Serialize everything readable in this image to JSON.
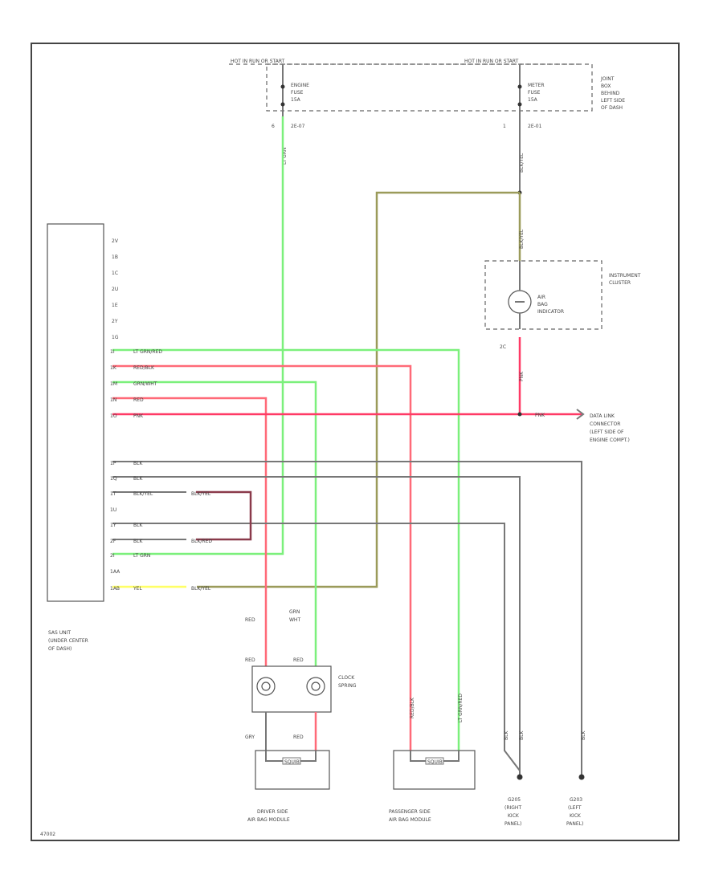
{
  "header": {
    "hot_left": "HOT IN RUN OR START",
    "hot_right": "HOT IN RUN OR START",
    "engine_fuse": [
      "ENGINE",
      "FUSE",
      "15A"
    ],
    "meter_fuse": [
      "METER",
      "FUSE",
      "15A"
    ],
    "junction_box": [
      "JOINT",
      "BOX",
      "BEHIND",
      "LEFT SIDE",
      "OF DASH"
    ],
    "left_pin": "6",
    "left_conn": "2E-07",
    "right_pin": "1",
    "right_conn": "2E-01",
    "fuse_wire_left": "LT GRN",
    "fuse_wire_right": "BLK/YEL"
  },
  "cluster": {
    "title": [
      "INSTRUMENT",
      "CLUSTER"
    ],
    "indicator": [
      "AIR",
      "BAG",
      "INDICATOR"
    ],
    "pin": "2C",
    "wire_top": "BLK/YEL",
    "wire_bottom": "PNK"
  },
  "data_link": {
    "label": [
      "DATA LINK",
      "CONNECTOR",
      "(LEFT SIDE OF",
      "ENGINE COMPT.)"
    ],
    "wire": "PNK"
  },
  "sas_unit": {
    "label": [
      "SAS UNIT",
      "(UNDER CENTER",
      "OF DASH)"
    ],
    "empty_pins": [
      "2V",
      "1B",
      "1C",
      "2U",
      "1E",
      "2Y",
      "1G"
    ],
    "wires": [
      {
        "pin": "1I",
        "color": "LT GRN/RED"
      },
      {
        "pin": "1K",
        "color": "RED/BLK"
      },
      {
        "pin": "1M",
        "color": "GRN/WHT"
      },
      {
        "pin": "1N",
        "color": "RED"
      },
      {
        "pin": "1O",
        "color": "PNK"
      },
      {
        "pin": "1P",
        "color": "BLK"
      },
      {
        "pin": "1Q",
        "color": "BLK"
      },
      {
        "pin": "1T",
        "color": "BLK/YEL"
      },
      {
        "pin": "1U",
        "color": ""
      },
      {
        "pin": "1Y",
        "color": "BLK"
      },
      {
        "pin": "2F",
        "color": "BLK"
      },
      {
        "pin": "2I",
        "color": "LT GRN"
      },
      {
        "pin": "1AA",
        "color": ""
      },
      {
        "pin": "1AB",
        "color": "YEL"
      }
    ],
    "shorting_tags": [
      "BLK/YEL",
      "BLK/RED",
      "BLK/YEL"
    ]
  },
  "clock_spring": {
    "label": [
      "CLOCK",
      "SPRING"
    ],
    "top_left_wire": "RED",
    "top_right_wire": [
      "GRN",
      "WHT"
    ],
    "pin_tl": "RED",
    "pin_tr": "RED",
    "pin_bl": "GRY",
    "pin_br": "RED"
  },
  "driver_module": {
    "label": [
      "DRIVER SIDE",
      "AIR BAG MODULE"
    ],
    "inner": "SQUIB"
  },
  "passenger_module": {
    "label": [
      "PASSENGER SIDE",
      "AIR BAG MODULE"
    ],
    "inner": "SQUIB",
    "wire_left": "RED/BLK",
    "wire_right": "LT GRN/RED"
  },
  "grounds": [
    {
      "label": [
        "G205",
        "(RIGHT",
        "KICK",
        "PANEL)"
      ],
      "wire_a": "BLK",
      "wire_b": "BLK"
    },
    {
      "label": [
        "G203",
        "(LEFT",
        "KICK",
        "PANEL)"
      ],
      "wire": "BLK"
    }
  ],
  "footer": {
    "code": "47002"
  }
}
